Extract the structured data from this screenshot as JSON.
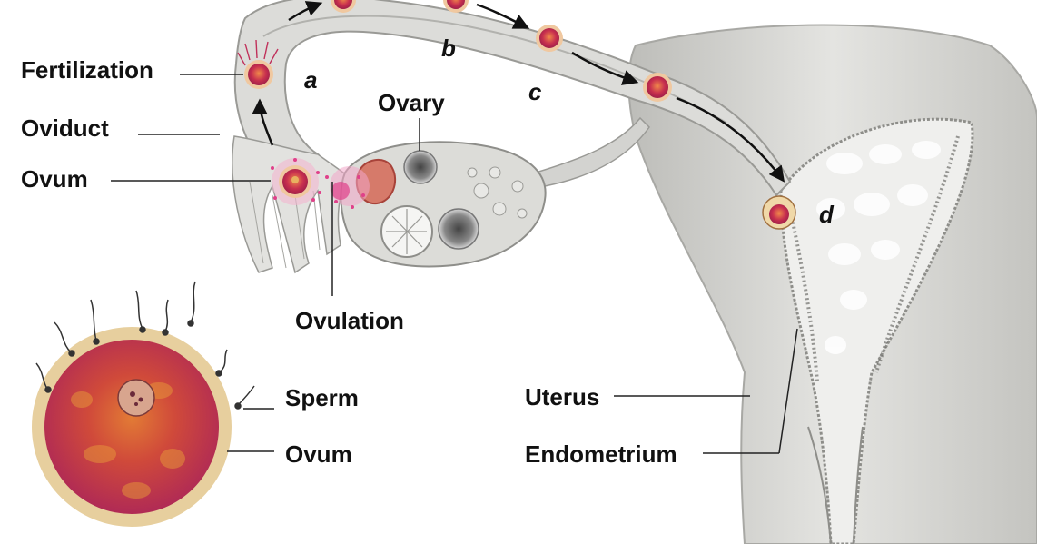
{
  "labels": {
    "fertilization": "Fertilization",
    "oviduct": "Oviduct",
    "ovum_top": "Ovum",
    "ovary": "Ovary",
    "ovulation": "Ovulation",
    "sperm": "Sperm",
    "ovum_bottom": "Ovum",
    "uterus": "Uterus",
    "endometrium": "Endometrium"
  },
  "stages": {
    "a": "a",
    "b": "b",
    "c": "c",
    "d": "d"
  },
  "colors": {
    "tissue": "#d6d6d3",
    "tissue_dark": "#9a9a96",
    "ovum": "#c0305a",
    "ovum_zona": "#e8cfa2",
    "ovum_inner": "#d86a2a",
    "ovulation_pink": "#e0408a",
    "leader_line": "#222222"
  }
}
